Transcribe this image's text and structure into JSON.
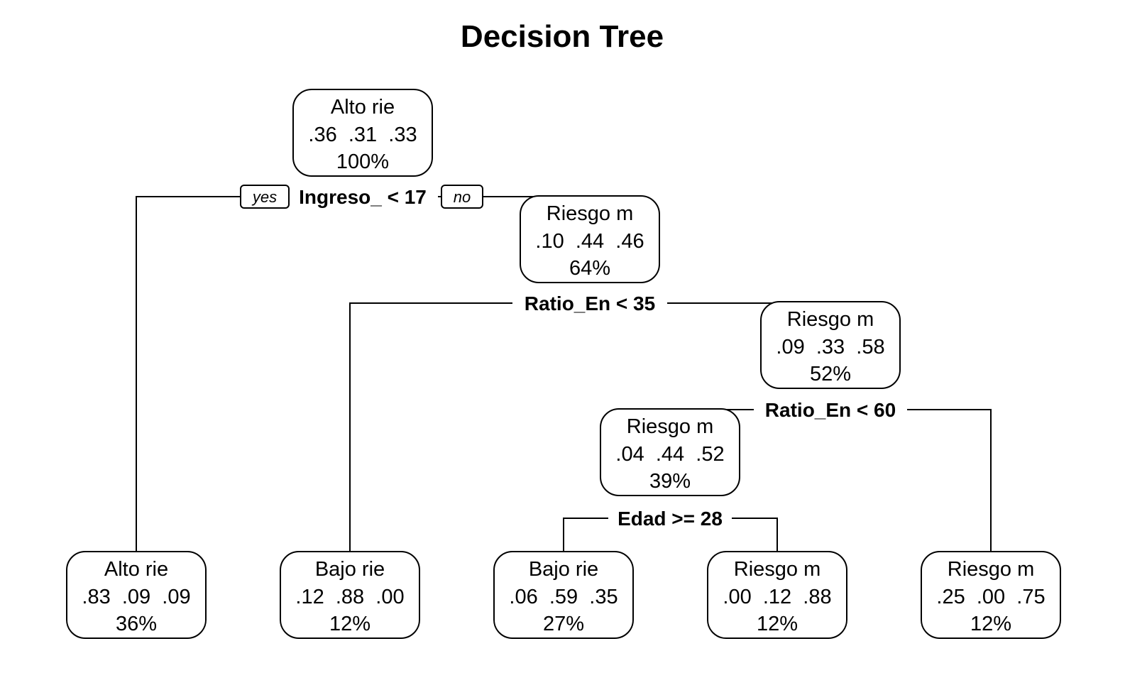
{
  "title": "Decision Tree",
  "nodes": [
    {
      "id": "n1",
      "class": "Alto rie",
      "probs": ".36  .31  .33",
      "pct": "100%"
    },
    {
      "id": "n2",
      "class": "Alto rie",
      "probs": ".83  .09  .09",
      "pct": "36%"
    },
    {
      "id": "n3",
      "class": "Riesgo m",
      "probs": ".10  .44  .46",
      "pct": "64%"
    },
    {
      "id": "n6",
      "class": "Bajo rie",
      "probs": ".12  .88  .00",
      "pct": "12%"
    },
    {
      "id": "n7",
      "class": "Riesgo m",
      "probs": ".09  .33  .58",
      "pct": "52%"
    },
    {
      "id": "n14",
      "class": "Riesgo m",
      "probs": ".04  .44  .52",
      "pct": "39%"
    },
    {
      "id": "n15",
      "class": "Riesgo m",
      "probs": ".25  .00  .75",
      "pct": "12%"
    },
    {
      "id": "n28",
      "class": "Bajo rie",
      "probs": ".06  .59  .35",
      "pct": "27%"
    },
    {
      "id": "n29",
      "class": "Riesgo m",
      "probs": ".00  .12  .88",
      "pct": "12%"
    }
  ],
  "splits": [
    {
      "node": "n1",
      "label": "Ingreso_ < 17",
      "yes": "n2",
      "no": "n3"
    },
    {
      "node": "n3",
      "label": "Ratio_En < 35",
      "yes": "n6",
      "no": "n7"
    },
    {
      "node": "n7",
      "label": "Ratio_En < 60",
      "yes": "n14",
      "no": "n15"
    },
    {
      "node": "n14",
      "label": "Edad >= 28",
      "yes": "n28",
      "no": "n29"
    }
  ],
  "branch_labels": {
    "yes": "yes",
    "no": "no"
  }
}
